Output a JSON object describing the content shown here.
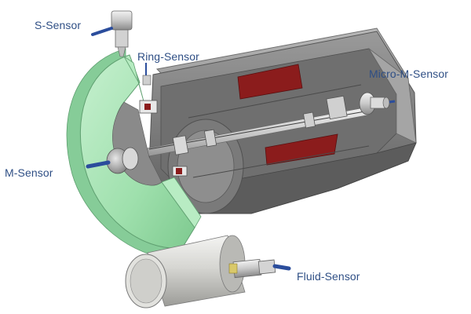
{
  "labels": {
    "s_sensor": "S-Sensor",
    "ring_sensor": "Ring-Sensor",
    "micro_m_sensor": "Micro-M-Sensor",
    "m_sensor": "M-Sensor",
    "fluid_sensor": "Fluid-Sensor"
  },
  "colors": {
    "label_text": "#2f4f85",
    "m_sensor_ring": "#9fe0ad",
    "housing": "#8c8c8c",
    "coil": "#8b1c1c",
    "sensor_probe": "#2b4d9c"
  }
}
